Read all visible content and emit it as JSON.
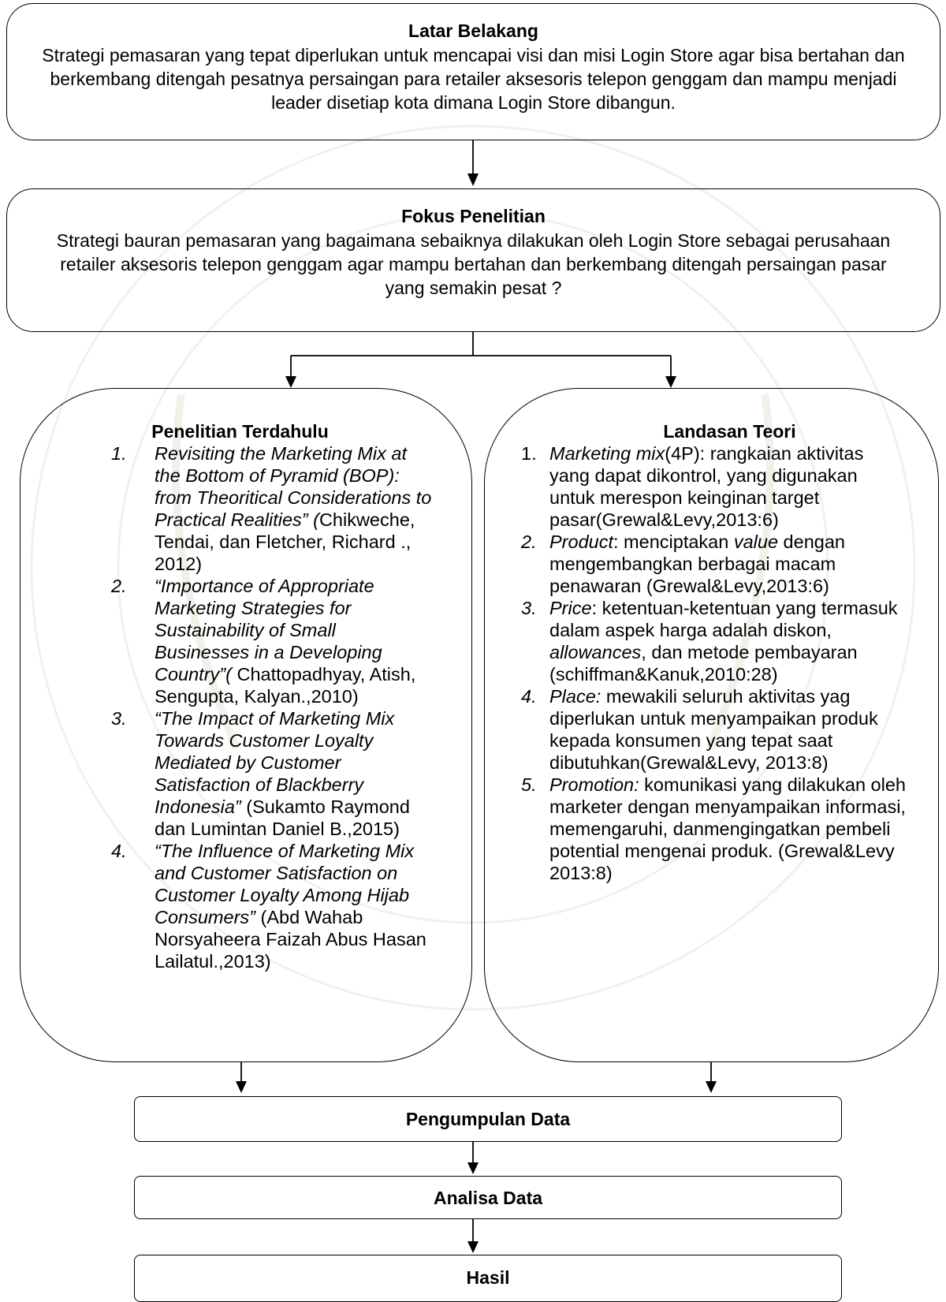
{
  "latar": {
    "title": "Latar Belakang",
    "text": "Strategi pemasaran yang tepat diperlukan untuk mencapai visi dan misi Login Store agar bisa bertahan dan berkembang ditengah pesatnya persaingan para retailer aksesoris telepon genggam dan mampu menjadi leader disetiap kota dimana Login Store dibangun."
  },
  "fokus": {
    "title": "Fokus Penelitian",
    "text": "Strategi bauran pemasaran yang bagaimana sebaiknya dilakukan oleh Login Store sebagai perusahaan retailer aksesoris telepon genggam agar mampu bertahan dan berkembang ditengah persaingan pasar yang semakin pesat ?"
  },
  "terdahulu": {
    "title": "Penelitian Terdahulu",
    "items": [
      {
        "num": "1.",
        "title": "Revisiting the Marketing Mix at the Bottom of Pyramid (BOP): from Theoritical Considerations to Practical Realities” (",
        "cite": "Chikweche, Tendai, dan Fletcher, Richard ., 2012)"
      },
      {
        "num": "2.",
        "title": "“Importance of Appropriate Marketing Strategies for Sustainability of Small Businesses in a Developing Country”(",
        "cite": " Chattopadhyay, Atish, Sengupta, Kalyan.,2010)"
      },
      {
        "num": "3.",
        "title": "“The Impact of Marketing Mix Towards Customer Loyalty Mediated by Customer Satisfaction of Blackberry Indonesia”",
        "cite": " (Sukamto Raymond dan Lumintan Daniel B.,2015)"
      },
      {
        "num": "4.",
        "title": "“The Influence of Marketing Mix and Customer Satisfaction on Customer Loyalty Among Hijab Consumers”",
        "cite": " (Abd Wahab Norsyaheera Faizah Abus Hasan Lailatul.,2013)"
      }
    ]
  },
  "teori": {
    "title": "Landasan Teori",
    "items": [
      {
        "num": "1.",
        "term": "Marketing mix",
        "text": "(4P): rangkaian aktivitas yang dapat dikontrol, yang digunakan untuk merespon keinginan target pasar(Grewal&Levy,2013:6)"
      },
      {
        "num": "2.",
        "term": "Product",
        "text": ": menciptakan ",
        "em": "value",
        "text2": " dengan mengembangkan berbagai macam penawaran (Grewal&Levy,2013:6)"
      },
      {
        "num": "3.",
        "term": "Price",
        "text": ": ketentuan-ketentuan yang termasuk dalam aspek harga adalah diskon, ",
        "em": "allowances",
        "text2": ", dan metode pembayaran (schiffman&Kanuk,2010:28)"
      },
      {
        "num": "4.",
        "term": "Place:",
        "text": " mewakili seluruh aktivitas yag diperlukan untuk menyampaikan produk kepada konsumen yang tepat saat dibutuhkan(Grewal&Levy, 2013:8)"
      },
      {
        "num": "5.",
        "term": "Promotion:",
        "text": " komunikasi yang dilakukan oleh marketer dengan menyampaikan informasi, memengaruhi, danmengingatkan pembeli potential mengenai produk. (Grewal&Levy 2013:8)"
      }
    ]
  },
  "steps": {
    "pengumpulan": "Pengumpulan Data",
    "analisa": "Analisa Data",
    "hasil": "Hasil"
  }
}
